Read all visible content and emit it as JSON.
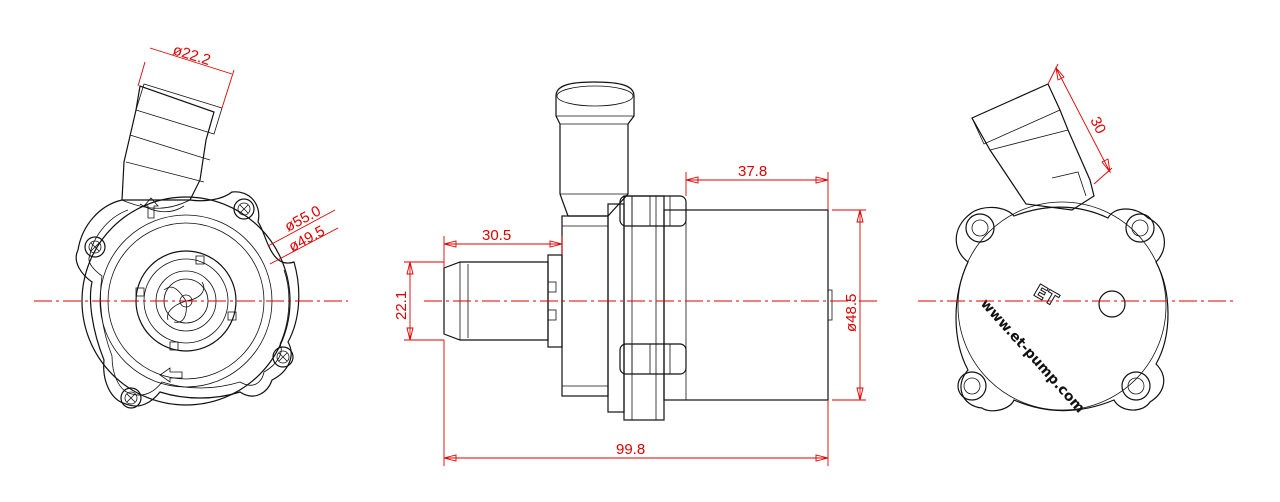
{
  "dimensions": {
    "inlet_outer_diameter": "ø22.2",
    "housing_diameter_outer": "ø55.0",
    "housing_diameter_inner": "ø49.5",
    "inlet_length": "30.5",
    "motor_length": "37.8",
    "inlet_height": "22.1",
    "motor_diameter": "ø48.5",
    "overall_length": "99.8",
    "outlet_length": "30"
  },
  "branding": {
    "logo_mark": "ET",
    "website": "www.et-pump.com"
  },
  "colors": {
    "dimension": "#e00000",
    "outline": "#111111"
  }
}
